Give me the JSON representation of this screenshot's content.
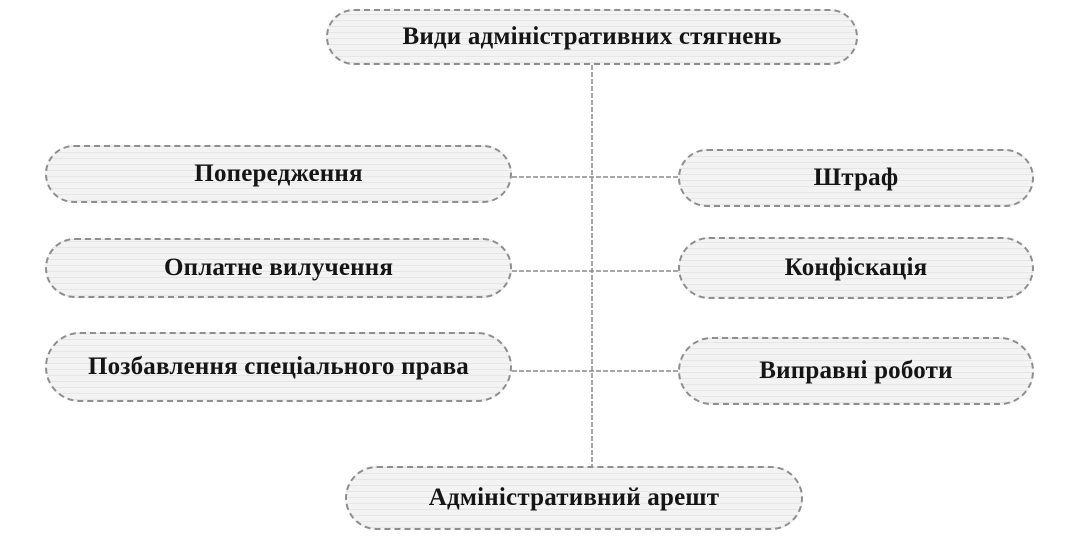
{
  "title": "Види адміністративних стягнень",
  "left_items": [
    "Попередження",
    "Оплатне вилучення",
    "Позбавлення спеціального права"
  ],
  "right_items": [
    "Штраф",
    "Конфіскація",
    "Виправні роботи"
  ],
  "bottom_item": "Адміністративний арешт",
  "colors": {
    "border": "#8e8e8e",
    "fill": "#f3f3f3",
    "text": "#151515",
    "connector": "#8a8a8a"
  }
}
